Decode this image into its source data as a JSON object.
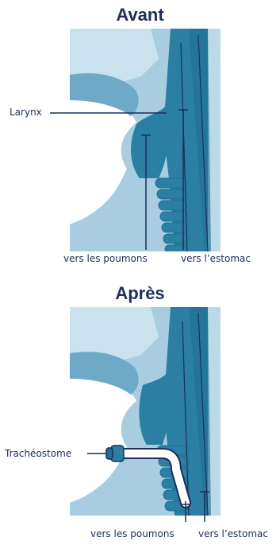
{
  "panels": {
    "before": {
      "title": "Avant",
      "label_larynx": "Larynx",
      "label_lungs": "vers les poumons",
      "label_stomach": "vers l’estomac"
    },
    "after": {
      "title": "Après",
      "label_stoma": "Trachéostome",
      "label_lungs": "vers les poumons",
      "label_stomach": "vers l’estomac"
    }
  },
  "colors": {
    "light_tissue": "#a8cde0",
    "mid_tissue": "#6ea9c8",
    "dark_teal": "#2a7fa3",
    "deep_teal": "#1f6f92",
    "outline": "#1f2d5a",
    "text": "#1f2d5a"
  }
}
